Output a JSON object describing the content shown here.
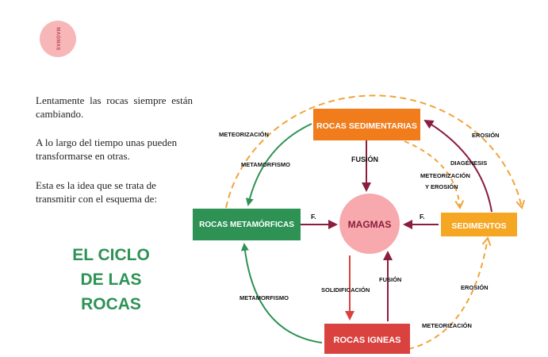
{
  "badge_text": "MAGMAS",
  "intro": {
    "p1": "Lentamente las rocas siempre están cambiando.",
    "p2": "A lo largo del tiempo unas pueden transformarse en otras.",
    "p3": "Esta es la idea que se trata de transmitir con el esquema de:"
  },
  "title": {
    "line1": "EL CICLO",
    "line2": "DE LAS",
    "line3": "ROCAS"
  },
  "diagram": {
    "nodes": {
      "sedimentarias": "ROCAS SEDIMENTARIAS",
      "metamorficas": "ROCAS METAMÓRFICAS",
      "magmas": "MAGMAS",
      "sedimentos": "SEDIMENTOS",
      "igneas": "ROCAS IGNEAS"
    },
    "labels": {
      "meteorizacion_top": "METEORIZACIÓN",
      "metamorfismo_top": "METAMORFISMO",
      "fusion_top": "FUSIÓN",
      "erosion_top": "EROSIÓN",
      "diagenesis": "DIAGÉNESIS",
      "meteorizacion_mid": "METEORIZACIÓN",
      "y_erosion": "Y EROSIÓN",
      "f_left": "F.",
      "f_right": "F.",
      "solidificacion": "SOLIDIFICACIÓN",
      "fusion_bottom": "FUSIÓN",
      "metamorfismo_bottom": "METAMORFISMO",
      "erosion_bottom": "EROSIÓN",
      "meteorizacion_bottom": "METEORIZACIÓN"
    },
    "colors": {
      "orange": "#f07c1c",
      "amber": "#f5a623",
      "green": "#2e9255",
      "red": "#d9423f",
      "pink": "#f7a9ad",
      "maroon": "#8b1d3d",
      "dashed": "#f0a43a"
    }
  }
}
